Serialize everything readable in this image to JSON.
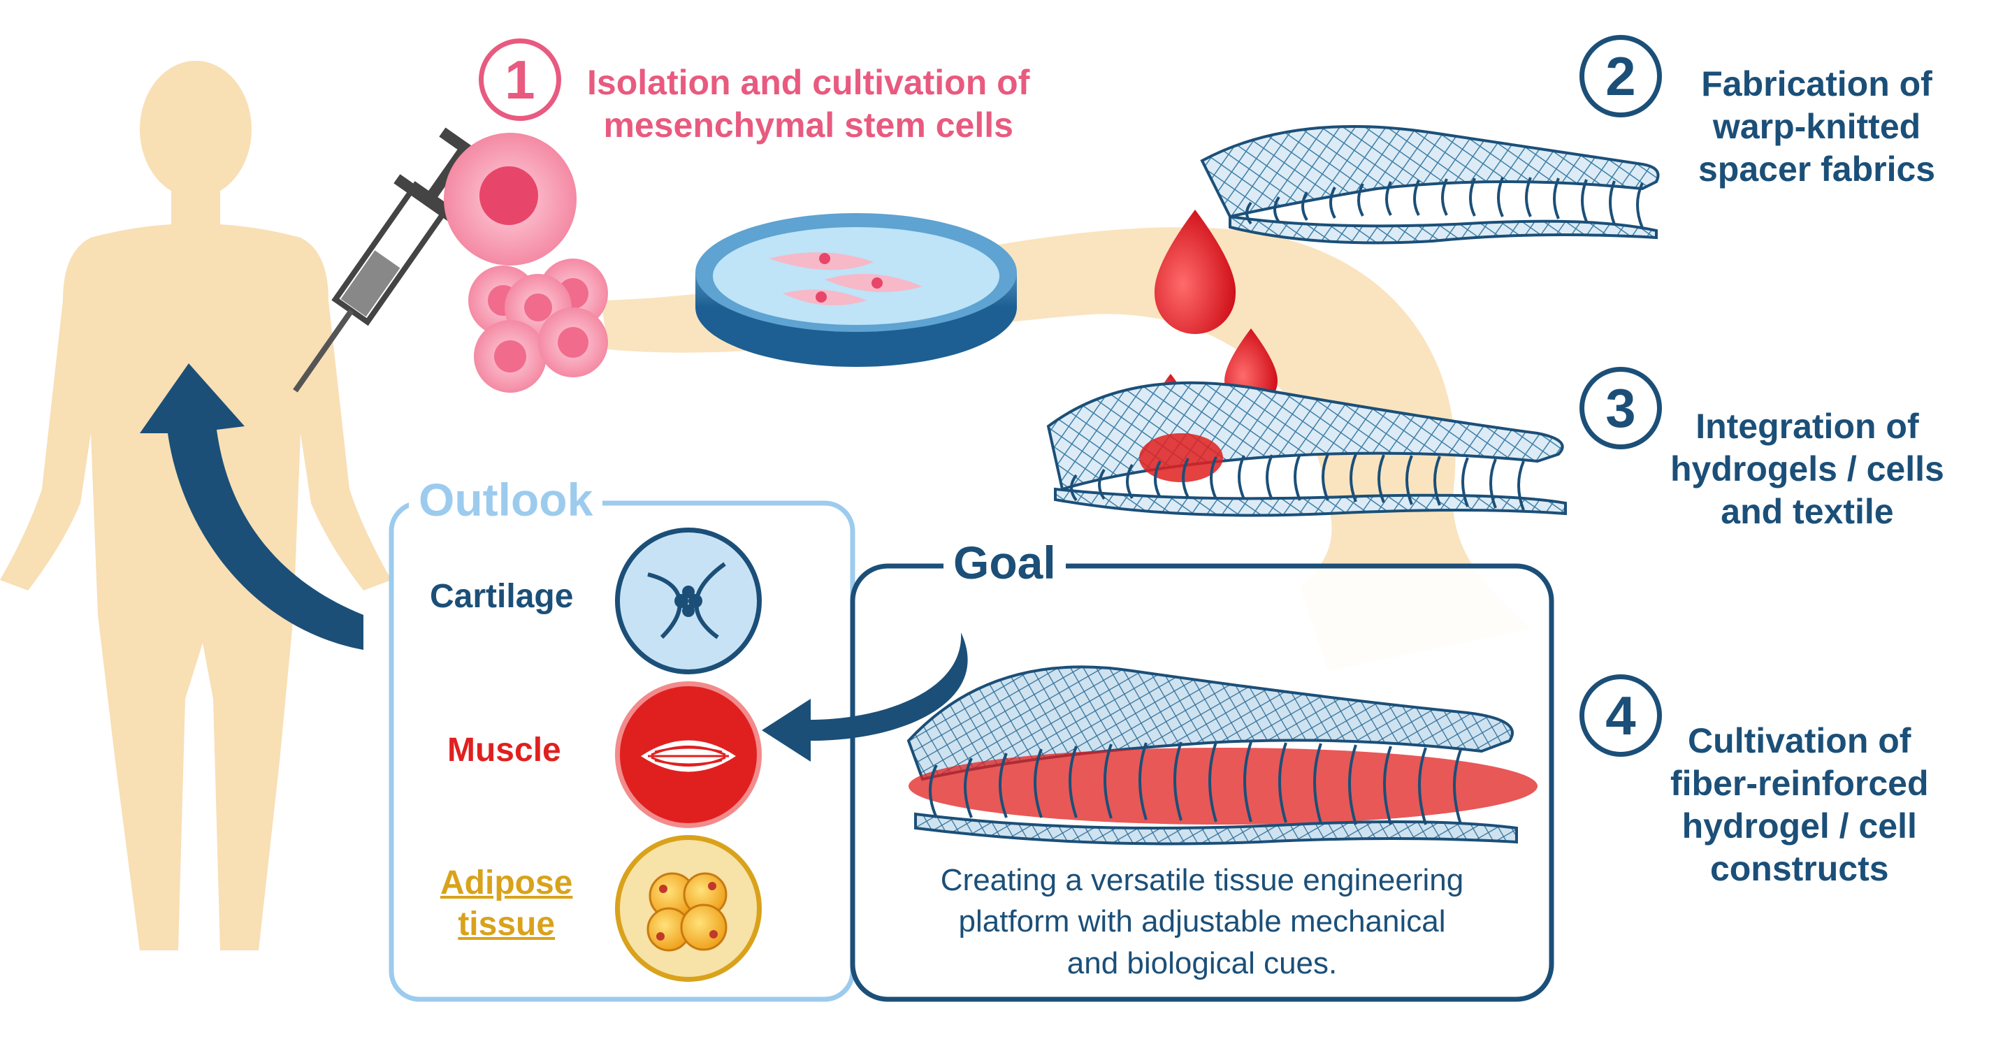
{
  "steps": [
    {
      "number": "1",
      "label": "Isolation and cultivation of\nmesenchymal stem cells"
    },
    {
      "number": "2",
      "label": "Fabrication of\nwarp-knitted\nspacer fabrics"
    },
    {
      "number": "3",
      "label": "Integration of\nhydrogels / cells\nand textile"
    },
    {
      "number": "4",
      "label": "Cultivation of\nfiber-reinforced\nhydrogel / cell\nconstructs"
    }
  ],
  "outlook": {
    "title": "Outlook",
    "tissues": [
      {
        "label": "Cartilage",
        "color": "#1b4f78",
        "icon": "cartilage-joint-icon"
      },
      {
        "label": "Muscle",
        "color": "#e0201f",
        "icon": "muscle-fiber-icon"
      },
      {
        "label": "Adipose\ntissue",
        "color": "#d9a21b",
        "icon": "adipose-cells-icon"
      }
    ]
  },
  "goal": {
    "title": "Goal",
    "description": "Creating a versatile tissue engineering\nplatform with adjustable mechanical\nand biological cues."
  },
  "colors": {
    "navy": "#1b4f78",
    "pink": "#e85a7f",
    "red": "#e0201f",
    "gold": "#d9a21b",
    "light_blue": "#9ccbee",
    "body_beige": "#f8dfb4"
  }
}
